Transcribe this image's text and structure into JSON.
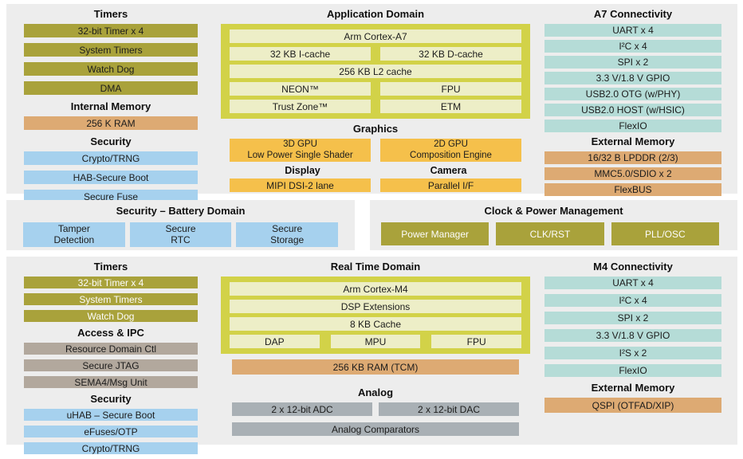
{
  "colors": {
    "olive": "#a9a23b",
    "lime_container": "#d2d248",
    "pale_yellow": "#edeec7",
    "tan_memory": "#ddaa73",
    "blue_security": "#a6d1ee",
    "teal_connectivity": "#b5dcd7",
    "amber_graphics": "#f5c04b",
    "gray_analog": "#a9b0b5",
    "taupe_access": "#b2a89d",
    "panel_bg": "#ededed"
  },
  "top": {
    "left": {
      "timers": {
        "title": "Timers",
        "items": [
          "32-bit Timer x 4",
          "System Timers",
          "Watch Dog",
          "DMA"
        ]
      },
      "internal_memory": {
        "title": "Internal Memory",
        "items": [
          "256 K RAM"
        ]
      },
      "security": {
        "title": "Security",
        "items": [
          "Crypto/TRNG",
          "HAB-Secure Boot",
          "Secure Fuse"
        ]
      }
    },
    "center": {
      "title": "Application Domain",
      "core": {
        "cpu": "Arm Cortex-A7",
        "icache": "32 KB I-cache",
        "dcache": "32 KB D-cache",
        "l2": "256 KB L2 cache",
        "neon": "NEON™",
        "fpu": "FPU",
        "trustzone": "Trust Zone™",
        "etm": "ETM"
      },
      "graphics": {
        "title": "Graphics",
        "gpu3d": "3D GPU\nLow Power Single Shader",
        "gpu2d": "2D GPU\nComposition Engine"
      },
      "display": {
        "title": "Display",
        "item": "MIPI DSI-2 lane"
      },
      "camera": {
        "title": "Camera",
        "item": "Parallel I/F"
      }
    },
    "right": {
      "connectivity": {
        "title": "A7 Connectivity",
        "items": [
          "UART x 4",
          "I²C x 4",
          "SPI x 2",
          "3.3 V/1.8 V GPIO",
          "USB2.0 OTG (w/PHY)",
          "USB2.0 HOST (w/HSIC)",
          "FlexIO"
        ]
      },
      "external_memory": {
        "title": "External Memory",
        "items": [
          "16/32 B LPDDR (2/3)",
          "MMC5.0/SDIO x 2",
          "FlexBUS"
        ]
      }
    }
  },
  "middle": {
    "battery": {
      "title": "Security – Battery Domain",
      "items": [
        "Tamper\nDetection",
        "Secure\nRTC",
        "Secure\nStorage"
      ]
    },
    "clock_power": {
      "title": "Clock & Power Management",
      "items": [
        "Power Manager",
        "CLK/RST",
        "PLL/OSC"
      ]
    }
  },
  "bottom": {
    "left": {
      "timers": {
        "title": "Timers",
        "items": [
          "32-bit Timer x 4",
          "System Timers",
          "Watch Dog"
        ]
      },
      "access_ipc": {
        "title": "Access & IPC",
        "items": [
          "Resource Domain Ctl",
          "Secure JTAG",
          "SEMA4/Msg Unit"
        ]
      },
      "security": {
        "title": "Security",
        "items": [
          "uHAB – Secure Boot",
          "eFuses/OTP",
          "Crypto/TRNG"
        ]
      }
    },
    "center": {
      "title": "Real Time Domain",
      "core": {
        "cpu": "Arm Cortex-M4",
        "dsp": "DSP Extensions",
        "cache": "8 KB Cache",
        "dap": "DAP",
        "mpu": "MPU",
        "fpu": "FPU"
      },
      "ram": "256 KB RAM (TCM)",
      "analog": {
        "title": "Analog",
        "adc": "2 x 12-bit ADC",
        "dac": "2 x 12-bit DAC",
        "comparators": "Analog Comparators"
      }
    },
    "right": {
      "connectivity": {
        "title": "M4 Connectivity",
        "items": [
          "UART x 4",
          "I²C x 4",
          "SPI x 2",
          "3.3 V/1.8 V GPIO",
          "I²S x 2",
          "FlexIO"
        ]
      },
      "external_memory": {
        "title": "External Memory",
        "items": [
          "QSPI (OTFAD/XIP)"
        ]
      }
    }
  }
}
